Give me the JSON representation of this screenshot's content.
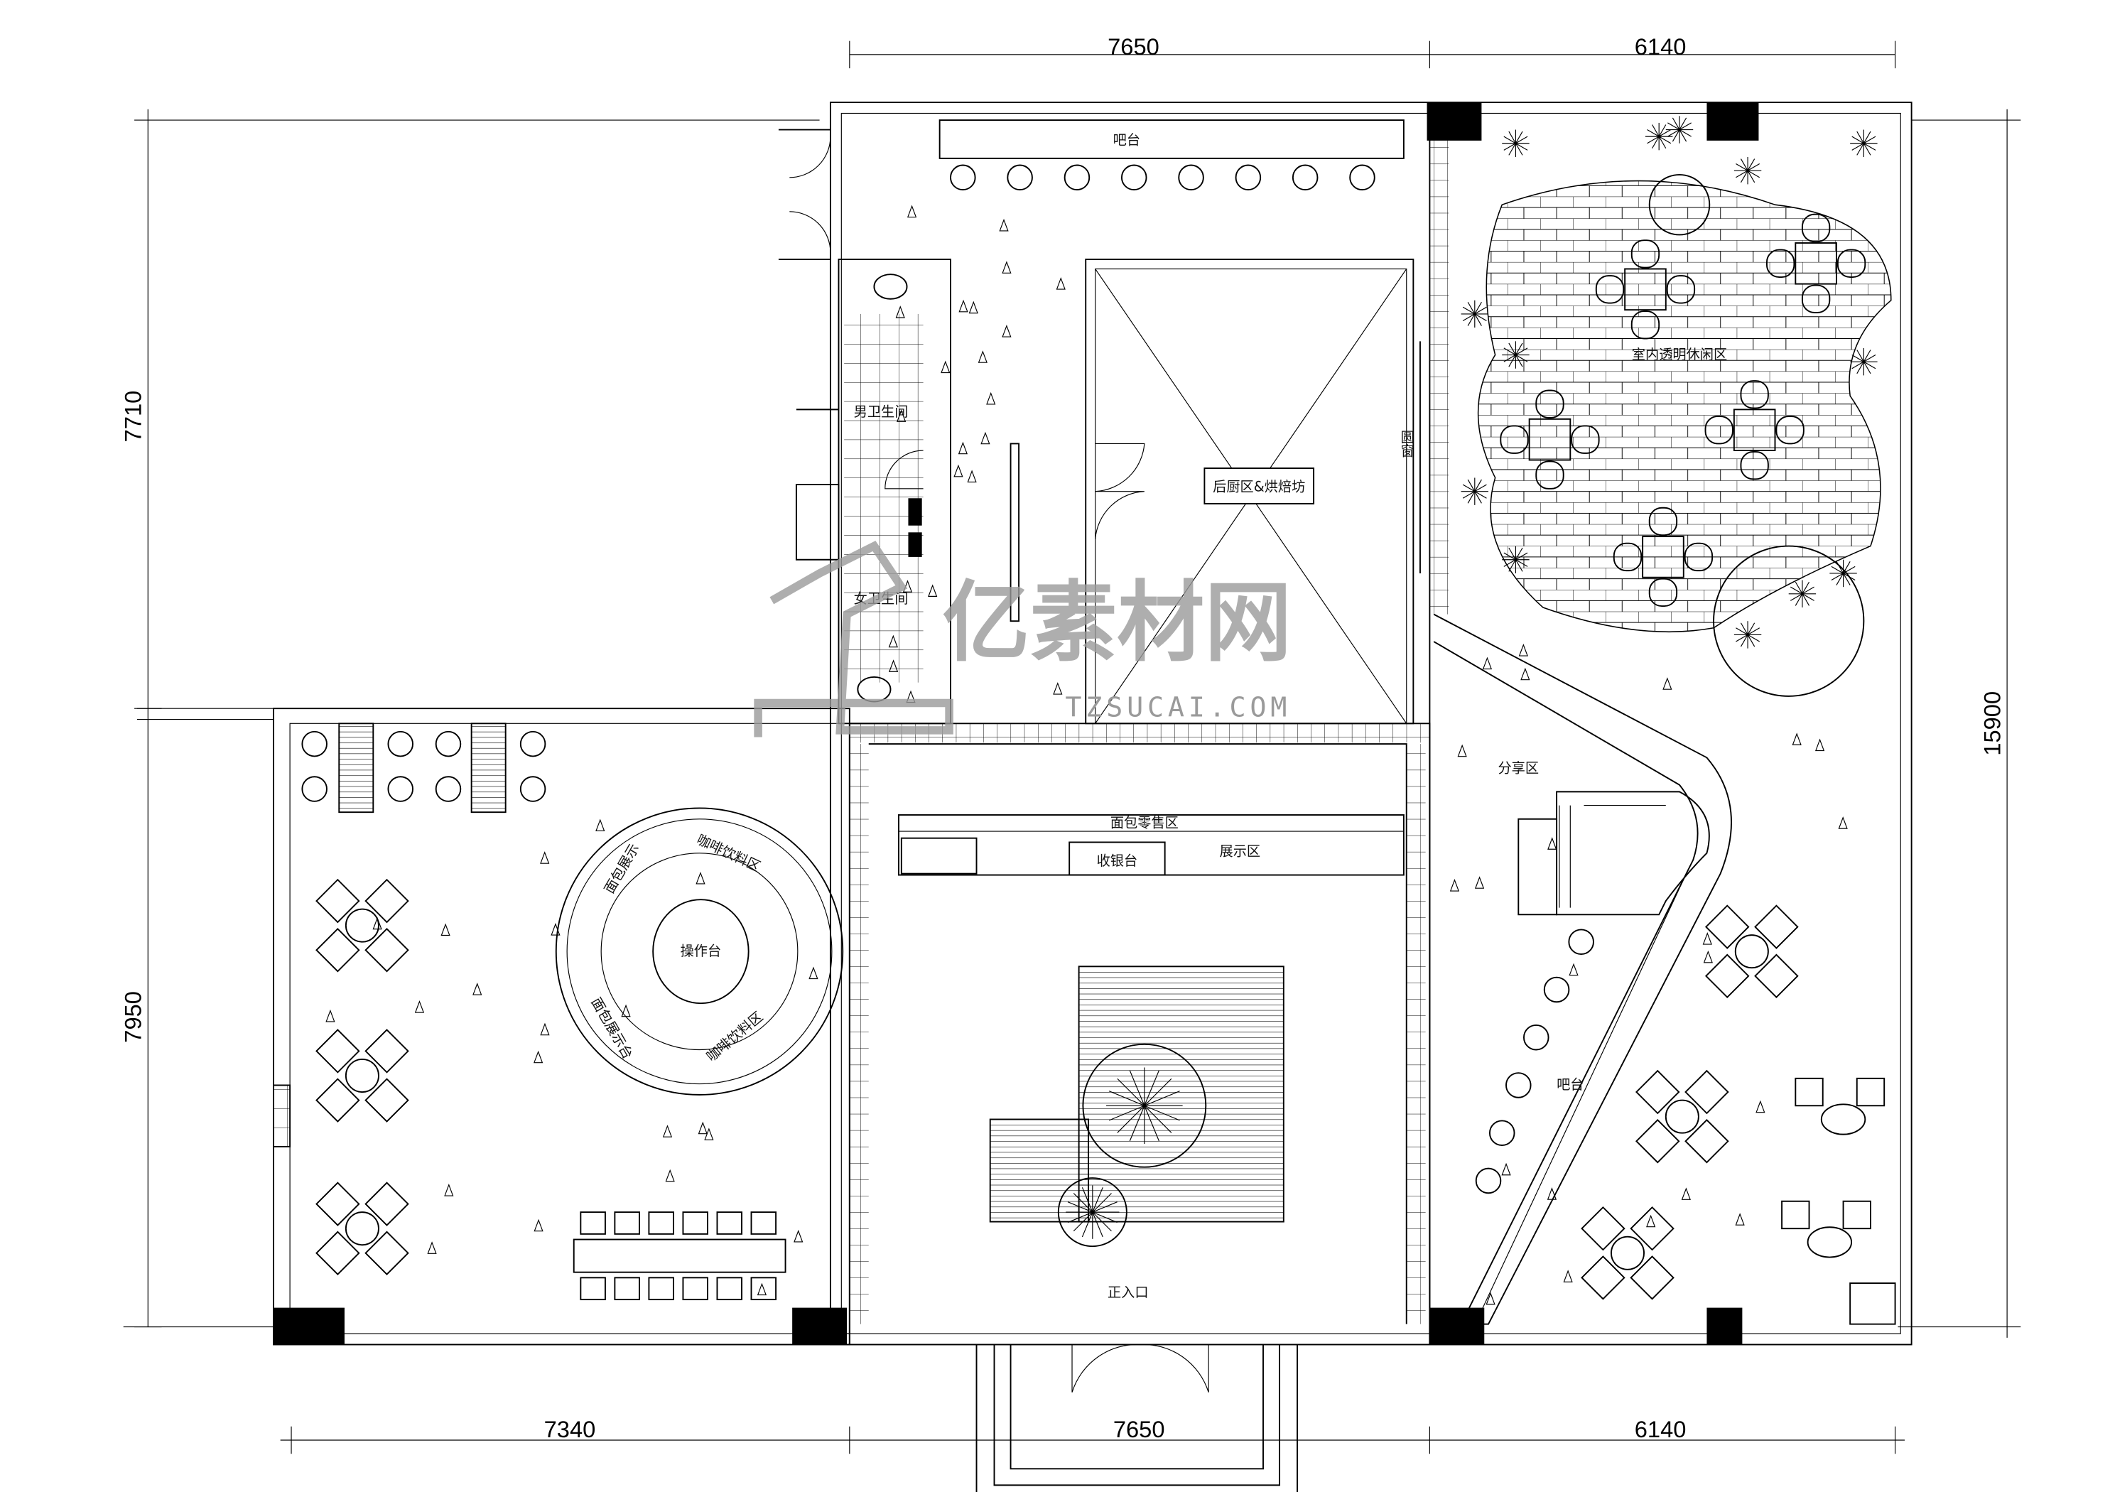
{
  "dimensions": {
    "top": [
      "7650",
      "6140"
    ],
    "bottom": [
      "7340",
      "7650",
      "6140"
    ],
    "left": [
      "7710",
      "7950"
    ],
    "right": "15900"
  },
  "rooms": {
    "bar_top": "吧台",
    "mens_restroom": "男卫生间",
    "womens_restroom": "女卫生间",
    "kitchen": "后厨区&烘焙坊",
    "round_window": "圆窗",
    "patio": "室内透明休闲区",
    "share_area": "分享区",
    "bread_retail": "面包零售区",
    "cashier": "收银台",
    "display_area": "展示区",
    "operation_counter": "操作台",
    "coffee_area_1": "咖啡饮料区",
    "coffee_area_2": "咖啡饮料区",
    "bread_display_counter": "面包展示台",
    "bread_display": "面包展示",
    "bar_right": "吧台",
    "main_entrance": "正入口"
  },
  "watermark": {
    "brand": "亿素材网",
    "url": "TZSUCAI.COM"
  }
}
